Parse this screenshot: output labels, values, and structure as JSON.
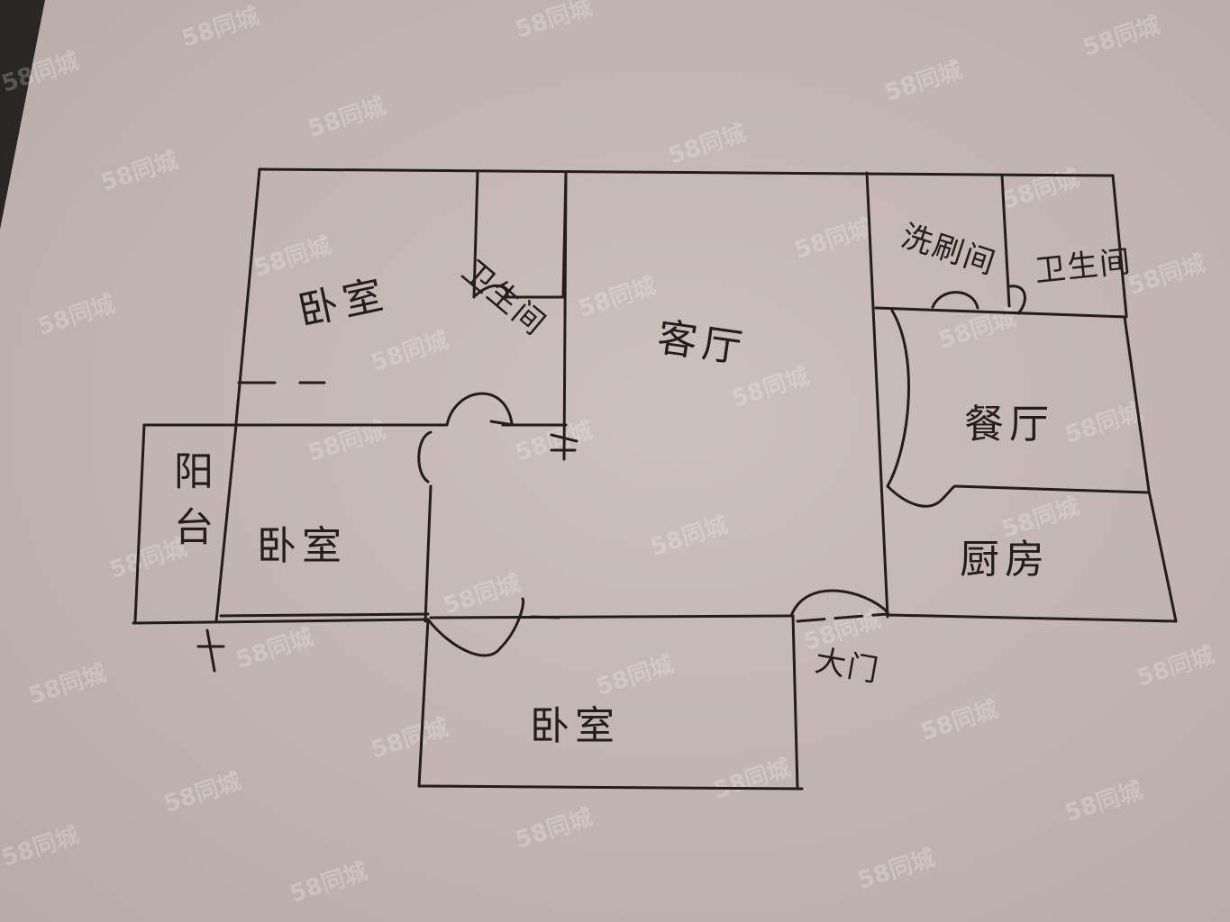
{
  "floor_plan": {
    "paper_color": "#c9bcb8",
    "ink_color": "#231d1b",
    "background_color": "#2a2624",
    "watermark_text": "58同城",
    "rooms": [
      {
        "id": "bedroom-top-left",
        "label": "卧室"
      },
      {
        "id": "bathroom-left",
        "label": "卫生间"
      },
      {
        "id": "living-room",
        "label": "客厅"
      },
      {
        "id": "washroom",
        "label": "洗刷间"
      },
      {
        "id": "bathroom-right",
        "label": "卫生间"
      },
      {
        "id": "dining-room",
        "label": "餐厅"
      },
      {
        "id": "kitchen",
        "label": "厨房"
      },
      {
        "id": "balcony",
        "label": "阳台"
      },
      {
        "id": "bedroom-middle-left",
        "label": "卧室"
      },
      {
        "id": "bedroom-bottom",
        "label": "卧室"
      },
      {
        "id": "main-door",
        "label": "大门"
      }
    ]
  }
}
